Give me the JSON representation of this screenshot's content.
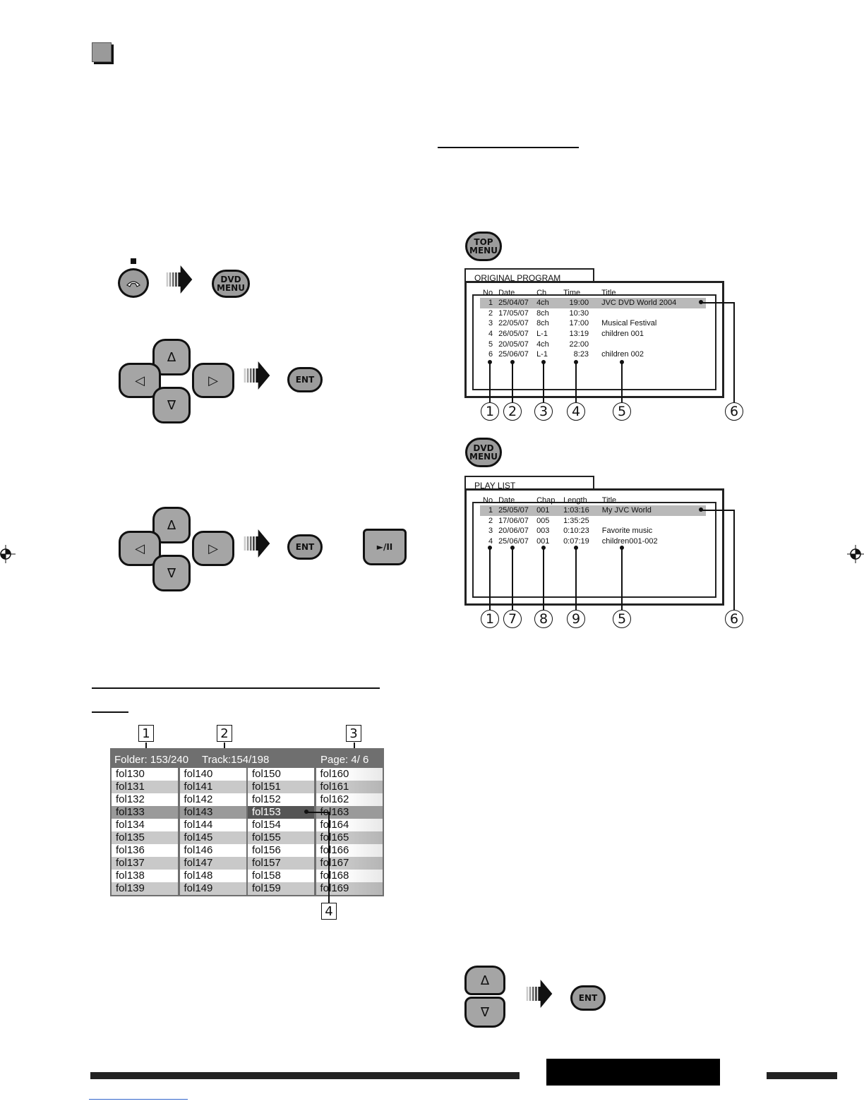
{
  "buttons": {
    "dvd_menu": [
      "DVD",
      "MENU"
    ],
    "top_menu": [
      "TOP",
      "MENU"
    ],
    "ent": "ENT",
    "play_pause": "►/II",
    "up": "∆",
    "down": "∇",
    "left": "◁",
    "right": "▷"
  },
  "original_program": {
    "tab": "ORIGINAL PROGRAM",
    "headers": [
      "No",
      "Date",
      "Ch",
      "Time",
      "Title"
    ],
    "rows": [
      [
        "1",
        "25/04/07",
        "4ch",
        "19:00",
        "JVC DVD World 2004"
      ],
      [
        "2",
        "17/05/07",
        "8ch",
        "10:30",
        ""
      ],
      [
        "3",
        "22/05/07",
        "8ch",
        "17:00",
        "Musical Festival"
      ],
      [
        "4",
        "26/05/07",
        "L-1",
        "13:19",
        "children 001"
      ],
      [
        "5",
        "20/05/07",
        "4ch",
        "22:00",
        ""
      ],
      [
        "6",
        "25/06/07",
        "L-1",
        "8:23",
        "children 002"
      ]
    ],
    "callouts": [
      "1",
      "2",
      "3",
      "4",
      "5",
      "6"
    ]
  },
  "play_list": {
    "tab": "PLAY LIST",
    "headers": [
      "No",
      "Date",
      "Chap",
      "Length",
      "Title"
    ],
    "rows": [
      [
        "1",
        "25/05/07",
        "001",
        "1:03:16",
        "My JVC World"
      ],
      [
        "2",
        "17/06/07",
        "005",
        "1:35:25",
        ""
      ],
      [
        "3",
        "20/06/07",
        "003",
        "0:10:23",
        "Favorite music"
      ],
      [
        "4",
        "25/06/07",
        "001",
        "0:07:19",
        "children001-002"
      ]
    ],
    "callouts": [
      "1",
      "7",
      "8",
      "9",
      "5",
      "6"
    ]
  },
  "folder_screen": {
    "folder": "Folder:  153/240",
    "track": "Track:154/198",
    "page": "Page:  4/  6",
    "columns": [
      [
        "fol130",
        "fol131",
        "fol132",
        "fol133",
        "fol134",
        "fol135",
        "fol136",
        "fol137",
        "fol138",
        "fol139"
      ],
      [
        "fol140",
        "fol141",
        "fol142",
        "fol143",
        "fol144",
        "fol145",
        "fol146",
        "fol147",
        "fol148",
        "fol149"
      ],
      [
        "fol150",
        "fol151",
        "fol152",
        "fol153",
        "fol154",
        "fol155",
        "fol156",
        "fol157",
        "fol158",
        "fol159"
      ],
      [
        "fol160",
        "fol161",
        "fol162",
        "fol163",
        "fol164",
        "fol165",
        "fol166",
        "fol167",
        "fol168",
        "fol169"
      ]
    ],
    "callouts": [
      "1",
      "2",
      "3",
      "4"
    ],
    "highlight": "fol153"
  }
}
